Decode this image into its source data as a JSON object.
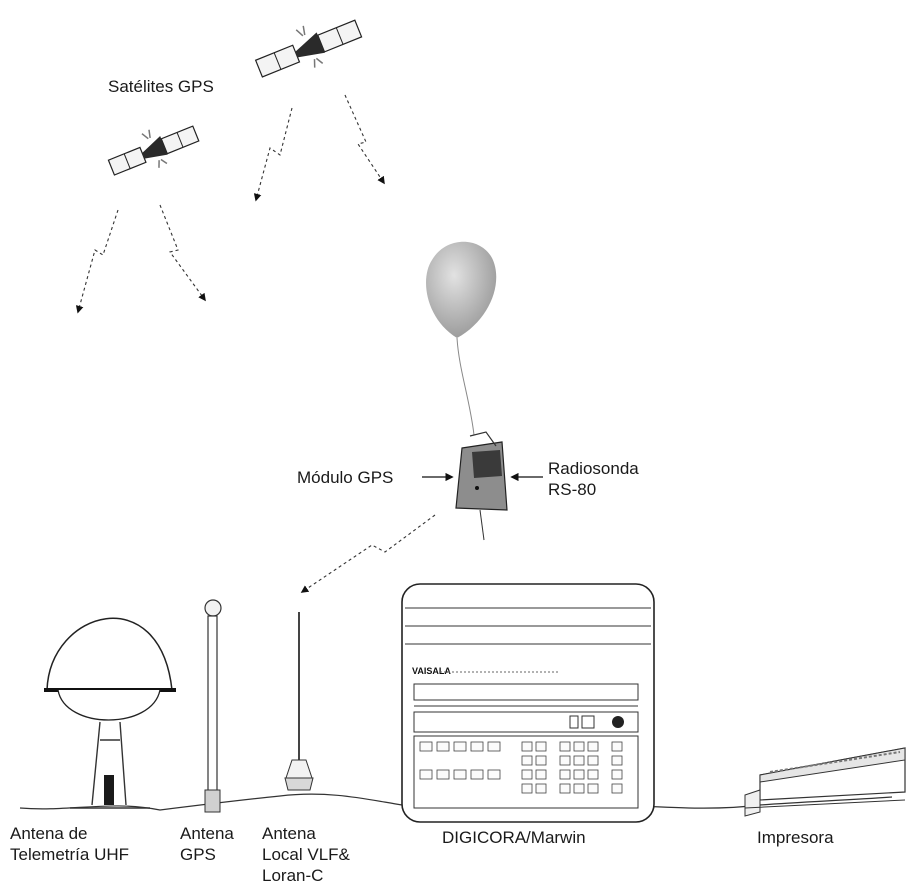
{
  "labels": {
    "satellites": "Satélites GPS",
    "gps_module": "Módulo GPS",
    "radiosonde_line1": "Radiosonda",
    "radiosonde_line2": "RS-80",
    "uhf_antenna_line1": "Antena de",
    "uhf_antenna_line2": "Telemetría UHF",
    "gps_antenna_line1": "Antena",
    "gps_antenna_line2": "GPS",
    "local_antenna_line1": "Antena",
    "local_antenna_line2": "Local VLF&",
    "local_antenna_line3": "Loran-C",
    "digicora": "DIGICORA/Marwin",
    "printer": "Impresora",
    "console_brand": "VAISALA"
  },
  "icons": [
    "satellite-icon",
    "balloon-icon",
    "radiosonde-icon",
    "dome-antenna-icon",
    "mast-antenna-icon",
    "whip-antenna-icon",
    "console-icon",
    "printer-icon"
  ]
}
